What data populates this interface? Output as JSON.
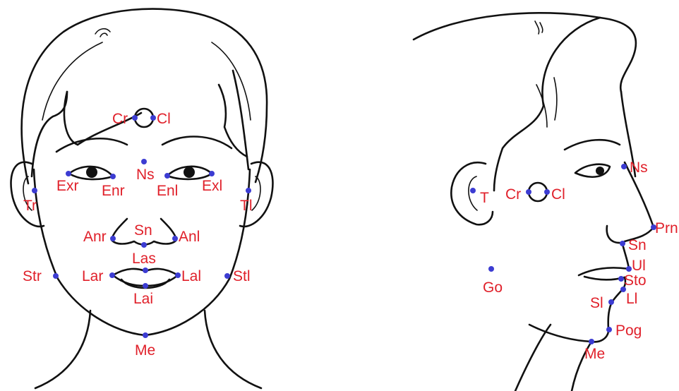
{
  "colors": {
    "point": "#3c3cd2",
    "label": "#e0202a",
    "ink": "#111111"
  },
  "front_view": {
    "landmarks": [
      {
        "key": "cr",
        "label": "Cr"
      },
      {
        "key": "cl",
        "label": "Cl"
      },
      {
        "key": "ns",
        "label": "Ns"
      },
      {
        "key": "exr",
        "label": "Exr"
      },
      {
        "key": "enr",
        "label": "Enr"
      },
      {
        "key": "enl",
        "label": "Enl"
      },
      {
        "key": "exl",
        "label": "Exl"
      },
      {
        "key": "tr",
        "label": "Tr"
      },
      {
        "key": "tl",
        "label": "Tl"
      },
      {
        "key": "sn",
        "label": "Sn"
      },
      {
        "key": "anr",
        "label": "Anr"
      },
      {
        "key": "anl",
        "label": "Anl"
      },
      {
        "key": "las",
        "label": "Las"
      },
      {
        "key": "lar",
        "label": "Lar"
      },
      {
        "key": "lal",
        "label": "Lal"
      },
      {
        "key": "lai",
        "label": "Lai"
      },
      {
        "key": "str",
        "label": "Str"
      },
      {
        "key": "stl",
        "label": "Stl"
      },
      {
        "key": "me",
        "label": "Me"
      }
    ]
  },
  "side_view": {
    "landmarks": [
      {
        "key": "ns",
        "label": "Ns"
      },
      {
        "key": "t",
        "label": "T"
      },
      {
        "key": "cr",
        "label": "Cr"
      },
      {
        "key": "cl",
        "label": "Cl"
      },
      {
        "key": "prn",
        "label": "Prn"
      },
      {
        "key": "sn",
        "label": "Sn"
      },
      {
        "key": "go",
        "label": "Go"
      },
      {
        "key": "ul",
        "label": "Ul"
      },
      {
        "key": "sto",
        "label": "Sto"
      },
      {
        "key": "sl",
        "label": "Sl"
      },
      {
        "key": "ll",
        "label": "Ll"
      },
      {
        "key": "pog",
        "label": "Pog"
      },
      {
        "key": "me",
        "label": "Me"
      }
    ]
  }
}
